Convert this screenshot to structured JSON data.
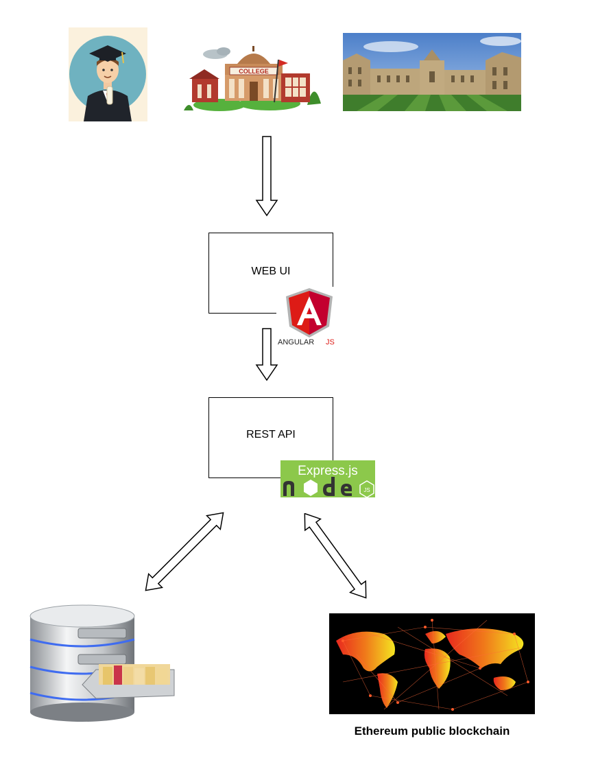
{
  "diagram": {
    "nodes": {
      "web_ui": {
        "label": "WEB UI",
        "badge": "angularjs-logo"
      },
      "rest_api": {
        "label": "REST API",
        "badge": "express-node-logo"
      }
    },
    "logos": {
      "angular": {
        "mark": "A",
        "text_main": "ANGULAR",
        "text_accent": "JS"
      },
      "express": {
        "title": "Express.js"
      }
    },
    "images": {
      "graduate": "graduate-icon",
      "college": "college-clipart",
      "campus": "university-campus-photo",
      "database": "database-server-icon",
      "blockchain": "world-network-map"
    },
    "captions": {
      "blockchain": "Ethereum public blockchain"
    },
    "college_sign": "COLLEGE",
    "colors": {
      "angular_red": "#dd1b16",
      "express_green": "#8cc84b",
      "node_dark": "#333333",
      "map_red": "#e8281e",
      "map_yellow": "#f4e521"
    }
  }
}
